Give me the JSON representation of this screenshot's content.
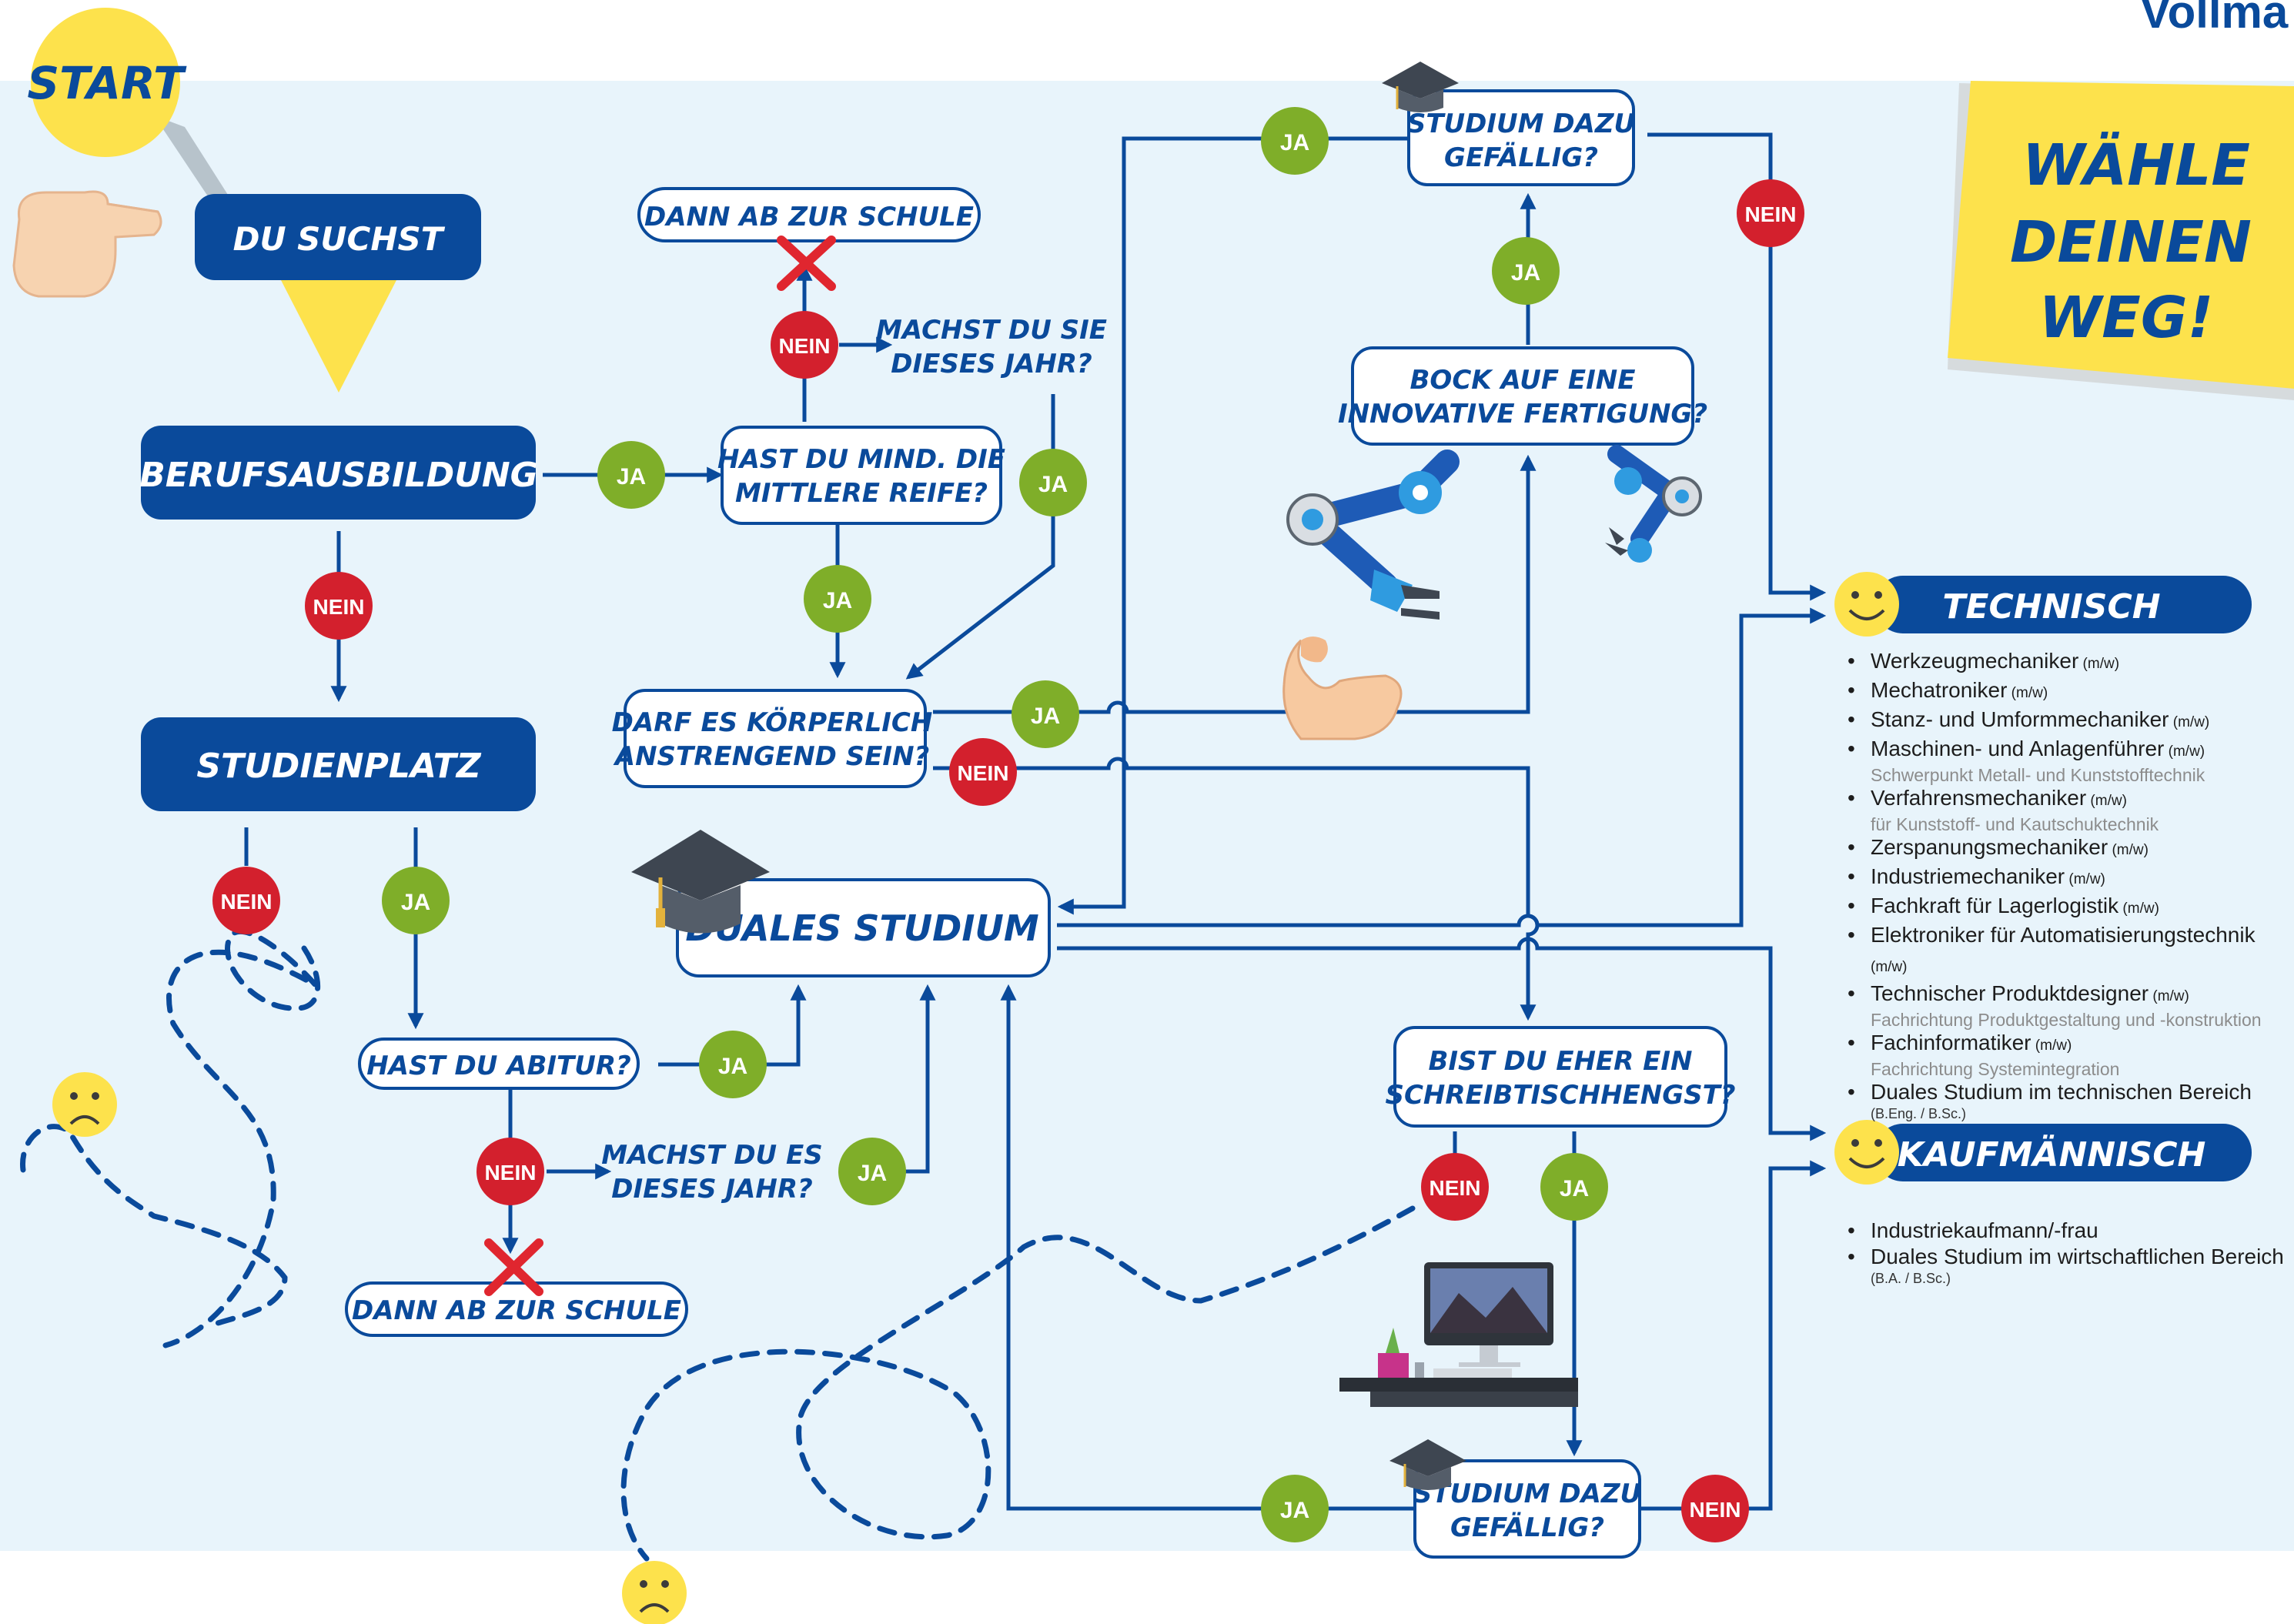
{
  "logo": "Vollma",
  "start": "START",
  "sticky_note": [
    "WÄHLE",
    "DEINEN",
    "WEG!"
  ],
  "nodes": {
    "du_suchst": "DU SUCHST",
    "berufsausbildung": "BERUFSAUSBILDUNG",
    "studienplatz": "STUDIENPLATZ",
    "schule_top": "DANN AB ZUR SCHULE",
    "mittlere_reife": [
      "HAST DU MIND. DIE",
      "MITTLERE REIFE?"
    ],
    "machst_du_sie": [
      "MACHST DU SIE",
      "DIESES JAHR?"
    ],
    "koerperlich": [
      "DARF ES KÖRPERLICH",
      "ANSTRENGEND SEIN?"
    ],
    "duales_studium": "DUALES STUDIUM",
    "studium_top": [
      "STUDIUM DAZU",
      "GEFÄLLIG?"
    ],
    "fertigung": [
      "BOCK AUF EINE",
      "INNOVATIVE FERTIGUNG?"
    ],
    "abitur": "HAST DU ABITUR?",
    "machst_du_es": [
      "MACHST DU ES",
      "DIESES JAHR?"
    ],
    "schule_bottom": "DANN AB ZUR SCHULE",
    "schreibtisch": [
      "BIST DU EHER EIN",
      "SCHREIBTISCHHENGST?"
    ],
    "studium_bottom": [
      "STUDIUM DAZU",
      "GEFÄLLIG?"
    ]
  },
  "answers": {
    "yes": "JA",
    "no": "NEIN"
  },
  "categories": {
    "technisch": {
      "title": "TECHNISCH",
      "items": [
        {
          "label": "Werkzeugmechaniker",
          "suffix": "(m/w)"
        },
        {
          "label": "Mechatroniker",
          "suffix": "(m/w)"
        },
        {
          "label": "Stanz- und Umformmechaniker",
          "suffix": "(m/w)"
        },
        {
          "label": "Maschinen- und Anlagenführer",
          "suffix": "(m/w)",
          "sub": "Schwerpunkt Metall- und Kunststofftechnik"
        },
        {
          "label": "Verfahrensmechaniker",
          "suffix": "(m/w)",
          "sub": "für Kunststoff- und Kautschuktechnik"
        },
        {
          "label": "Zerspanungsmechaniker",
          "suffix": "(m/w)"
        },
        {
          "label": "Industriemechaniker",
          "suffix": "(m/w)"
        },
        {
          "label": "Fachkraft für Lagerlogistik",
          "suffix": "(m/w)"
        },
        {
          "label": "Elektroniker für Automatisierungstechnik",
          "suffix": "(m/w)"
        },
        {
          "label": "Technischer Produktdesigner",
          "suffix": "(m/w)",
          "sub": "Fachrichtung Produktgestaltung und -konstruktion"
        },
        {
          "label": "Fachinformatiker",
          "suffix": "(m/w)",
          "sub": "Fachrichtung Systemintegration"
        },
        {
          "label": "Duales Studium im technischen Bereich",
          "small": "(B.Eng. / B.Sc.)"
        }
      ]
    },
    "kaufmaennisch": {
      "title": "KAUFMÄNNISCH",
      "items": [
        {
          "label": "Industriekaufmann/-frau"
        },
        {
          "label": "Duales Studium im wirtschaftlichen Bereich",
          "small": "(B.A. / B.Sc.)"
        }
      ]
    }
  },
  "colors": {
    "navy": "#0a4a9b",
    "light_blue_bg": "#e8f4fb",
    "yes_green": "#7fae29",
    "no_red": "#d3202d",
    "yellow": "#fde24c",
    "cross_red": "#e0262f"
  },
  "icons": [
    "pointing-hand-icon",
    "graduation-cap-icon",
    "robot-arm-icon",
    "flexed-bicep-icon",
    "desktop-computer-icon",
    "smiley-icon",
    "sad-face-icon",
    "cross-mark-icon"
  ]
}
